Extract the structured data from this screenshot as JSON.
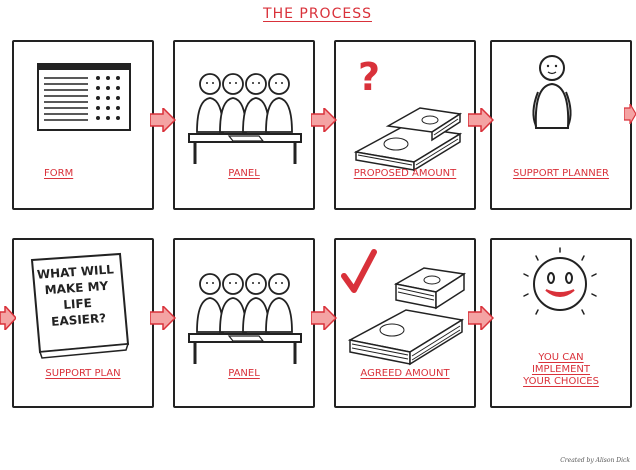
{
  "title": "THE PROCESS",
  "steps": [
    {
      "label": "FORM",
      "icon": "form-icon"
    },
    {
      "label": "PANEL",
      "icon": "panel-people-icon"
    },
    {
      "label": "PROPOSED AMOUNT",
      "icon": "money-question-icon"
    },
    {
      "label": "SUPPORT PLANNER",
      "icon": "person-icon"
    },
    {
      "label": "SUPPORT PLAN",
      "icon": "book-icon",
      "book_text": "WHAT WILL MAKE MY LIFE EASIER?"
    },
    {
      "label": "PANEL",
      "icon": "panel-people-icon"
    },
    {
      "label": "AGREED AMOUNT",
      "icon": "money-check-icon"
    },
    {
      "label": "YOU CAN IMPLEMENT YOUR CHOICES",
      "icon": "smiley-sun-icon"
    }
  ],
  "colors": {
    "accent": "#d9313a",
    "ink": "#222222",
    "arrow_fill": "#f4a3a3"
  },
  "credit": "Created by Alison Dick"
}
